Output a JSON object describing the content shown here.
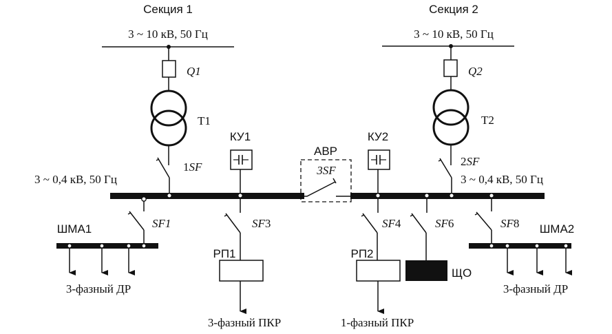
{
  "sections": {
    "left": {
      "title": "Секция 1",
      "supply": "3 ~ 10 кВ, 50 Гц"
    },
    "right": {
      "title": "Секция 2",
      "supply": "3 ~ 10 кВ, 50 Гц"
    }
  },
  "breakers": {
    "q1": "Q1",
    "q2": "Q2"
  },
  "transformers": {
    "t1": "Т1",
    "t2": "Т2"
  },
  "low_side": {
    "left_breaker": {
      "prefix": "1",
      "suffix": "SF"
    },
    "right_breaker": {
      "prefix": "2",
      "suffix": "SF"
    },
    "left_bus": "3 ~ 0,4 кВ, 50 Гц",
    "right_bus": "3 ~ 0,4 кВ, 50 Гц"
  },
  "compensation": {
    "ku1": "КУ1",
    "ku2": "КУ2"
  },
  "avr": {
    "title": "АВР",
    "breaker": "3SF"
  },
  "feeders": {
    "sf1": "SF1",
    "sf3": {
      "prefix": "SF",
      "suffix": "3"
    },
    "sf4": {
      "prefix": "SF",
      "suffix": "4"
    },
    "sf6": {
      "prefix": "SF",
      "suffix": "6"
    },
    "sf8": {
      "prefix": "SF",
      "suffix": "8"
    }
  },
  "loads": {
    "shma1": "ШМА1",
    "shma2": "ШМА2",
    "rp1": "РП1",
    "rp2": "РП2",
    "shchO": "ЩО",
    "dr_left": "3-фазный ДР",
    "dr_right": "3-фазный ДР",
    "pkr3": "3-фазный ПКР",
    "pkr1": "1-фазный ПКР"
  }
}
